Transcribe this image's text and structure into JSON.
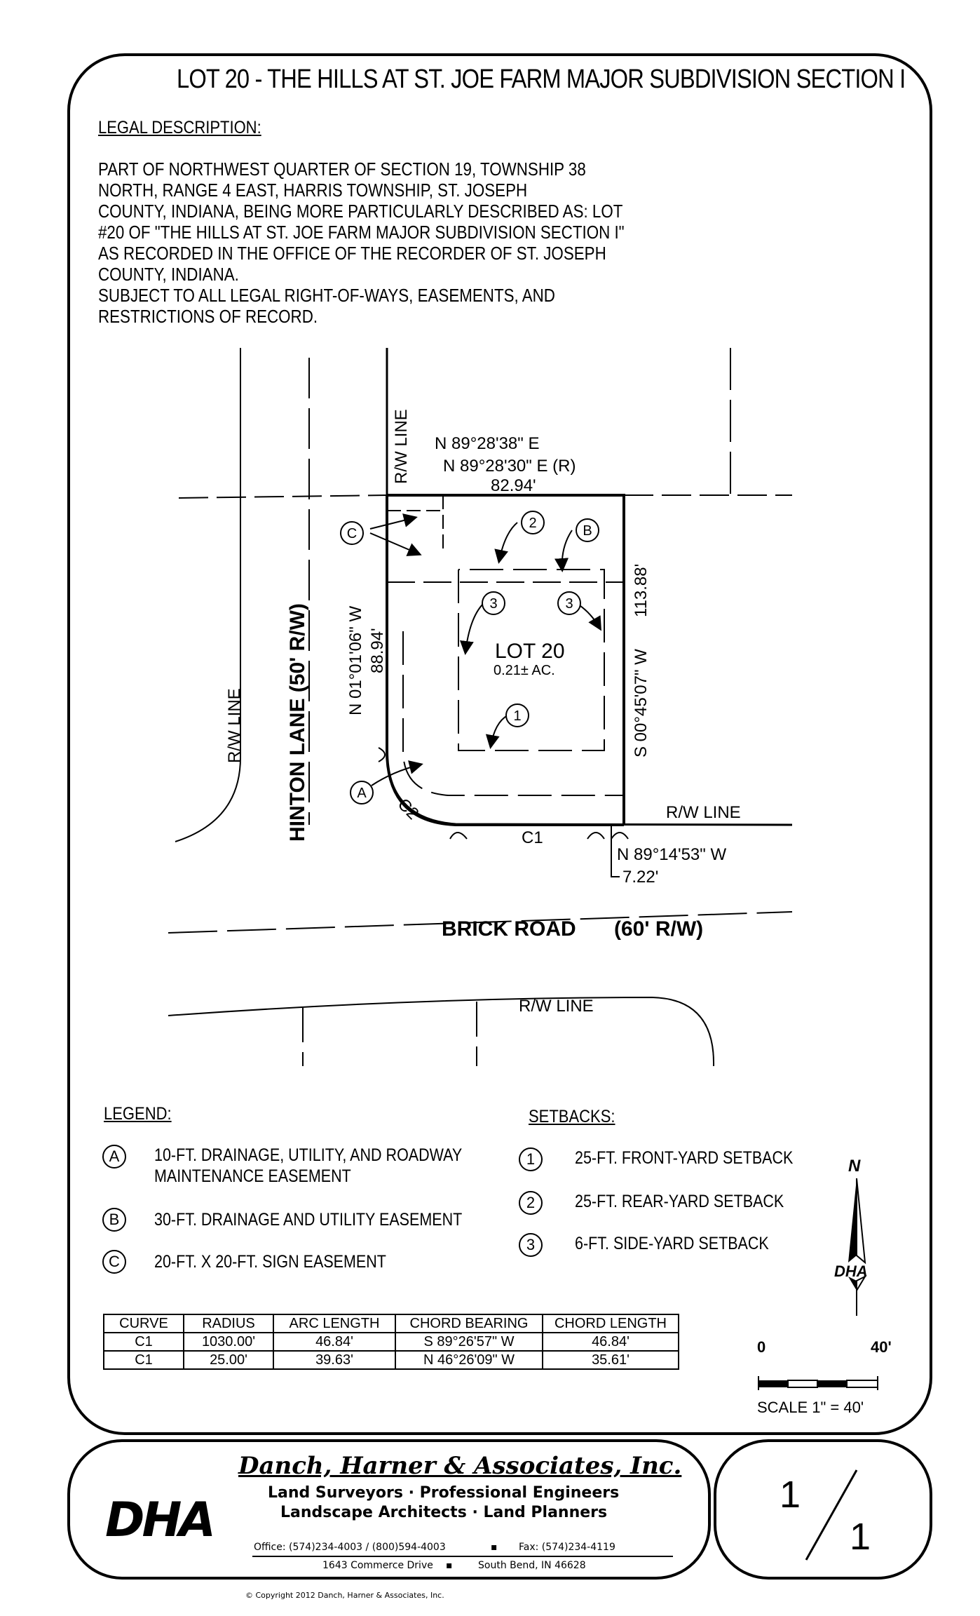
{
  "title": "LOT 20 - THE HILLS AT ST. JOE FARM MAJOR SUBDIVISION SECTION I",
  "legal": {
    "heading": "LEGAL DESCRIPTION:",
    "lines": [
      "PART OF NORTHWEST QUARTER OF SECTION 19, TOWNSHIP 38",
      "NORTH, RANGE 4 EAST, HARRIS TOWNSHIP, ST. JOSEPH",
      "COUNTY, INDIANA, BEING MORE PARTICULARLY DESCRIBED AS: LOT",
      "#20 OF \"THE HILLS AT ST. JOE FARM MAJOR SUBDIVISION SECTION I\"",
      "AS RECORDED IN THE OFFICE OF THE RECORDER OF ST. JOSEPH",
      "COUNTY, INDIANA.",
      "SUBJECT TO ALL LEGAL RIGHT-OF-WAYS, EASEMENTS, AND",
      "RESTRICTIONS OF RECORD."
    ]
  },
  "plat": {
    "rw_line": "R/W LINE",
    "north_bearing": "N 89°28'38\" E",
    "north_bearing_record": "N 89°28'30\" E (R)",
    "north_distance": "82.94'",
    "west_bearing": "N 01°01'06\" W",
    "west_distance": "88.94'",
    "east_bearing": "S 00°45'07\" W",
    "east_distance": "113.88'",
    "lot_label": "LOT 20",
    "lot_area": "0.21± AC.",
    "street_west": "HINTON LANE (50' R/W)",
    "street_south": "BRICK ROAD",
    "street_south_rw": "(60' R/W)",
    "curve_c1": "C1",
    "curve_c2": "C2",
    "tie_bearing": "N 89°14'53\" W",
    "tie_distance": "7.22'",
    "markers": {
      "a": "A",
      "b": "B",
      "c": "C",
      "one": "1",
      "two": "2",
      "three": "3"
    }
  },
  "legend": {
    "heading": "LEGEND:",
    "items": [
      {
        "key": "A",
        "lines": [
          "10-FT. DRAINAGE, UTILITY, AND ROADWAY",
          "MAINTENANCE EASEMENT"
        ]
      },
      {
        "key": "B",
        "lines": [
          "30-FT. DRAINAGE AND UTILITY EASEMENT"
        ]
      },
      {
        "key": "C",
        "lines": [
          "20-FT. X 20-FT. SIGN EASEMENT"
        ]
      }
    ]
  },
  "setbacks": {
    "heading": "SETBACKS:",
    "items": [
      {
        "key": "1",
        "label": "25-FT. FRONT-YARD SETBACK"
      },
      {
        "key": "2",
        "label": "25-FT. REAR-YARD SETBACK"
      },
      {
        "key": "3",
        "label": "6-FT. SIDE-YARD SETBACK"
      }
    ]
  },
  "curve_table": {
    "headers": [
      "CURVE",
      "RADIUS",
      "ARC LENGTH",
      "CHORD BEARING",
      "CHORD LENGTH"
    ],
    "rows": [
      [
        "C1",
        "1030.00'",
        "46.84'",
        "S 89°26'57\" W",
        "46.84'"
      ],
      [
        "C1",
        "25.00'",
        "39.63'",
        "N 46°26'09\" W",
        "35.61'"
      ]
    ]
  },
  "north_arrow": {
    "letter": "N",
    "logo": "DHA"
  },
  "scale": {
    "start": "0",
    "end": "40'",
    "label": "SCALE 1\" = 40'"
  },
  "firm": {
    "name": "Danch, Harner & Associates, Inc.",
    "logo": "DHA",
    "services_1": "Land Surveyors · Professional Engineers",
    "services_2": "Landscape Architects · Land Planners",
    "office": "Office: (574)234-4003 / (800)594-4003",
    "fax": "Fax: (574)234-4119",
    "address": "1643 Commerce Drive",
    "city": "South Bend, IN 46628",
    "copyright": "© Copyright 2012 Danch, Harner & Associates, Inc."
  },
  "sheet": {
    "number": "1",
    "total": "1"
  }
}
